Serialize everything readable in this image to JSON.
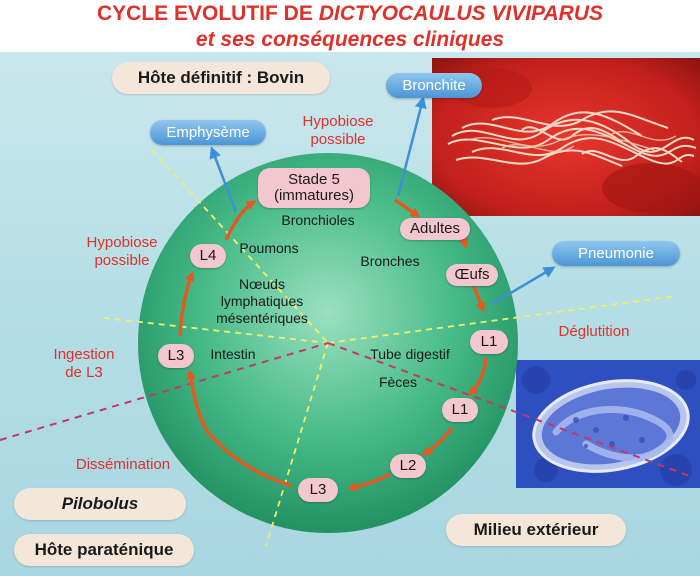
{
  "title_line1_prefix": "CYCLE EVOLUTIF DE ",
  "title_line1_italic": "DICTYOCAULUS VIVIPARUS",
  "title_line2": "et ses conséquences cliniques",
  "host_definitive": "Hôte définitif : Bovin",
  "blue_labels": {
    "emphysema": "Emphysème",
    "bronchitis": "Bronchite",
    "pneumonia": "Pneumonie"
  },
  "red_labels": {
    "hypobiosis_top": "Hypobiose\npossible",
    "hypobiosis_left": "Hypobiose\npossible",
    "ingestion": "Ingestion\nde L3",
    "swallowing": "Déglutition",
    "dissemination": "Dissémination"
  },
  "stages": {
    "stage5": "Stade 5\n(immatures)",
    "adults": "Adultes",
    "eggs": "Œufs",
    "l1_a": "L1",
    "l1_b": "L1",
    "l2": "L2",
    "l3_bottom": "L3",
    "l3_left": "L3",
    "l4": "L4"
  },
  "organs": {
    "bronchioles": "Bronchioles",
    "lungs": "Poumons",
    "bronchi": "Bronches",
    "lymph_nodes": "Nœuds\nlymphatiques\nmésentériques",
    "intestine": "Intestin",
    "digestive_tube": "Tube digestif",
    "feces": "Fèces"
  },
  "bottom": {
    "pilobolus": "Pilobolus",
    "paratenic": "Hôte paraténique",
    "outside": "Milieu extérieur"
  },
  "colors": {
    "title_red": "#e0302a",
    "circle_green": "#3bb37f",
    "arrow_orange": "#e25a22",
    "blue_arrow": "#3d8fd8",
    "dash_yellow": "#f1ef6a",
    "dash_magenta": "#c0396a"
  }
}
